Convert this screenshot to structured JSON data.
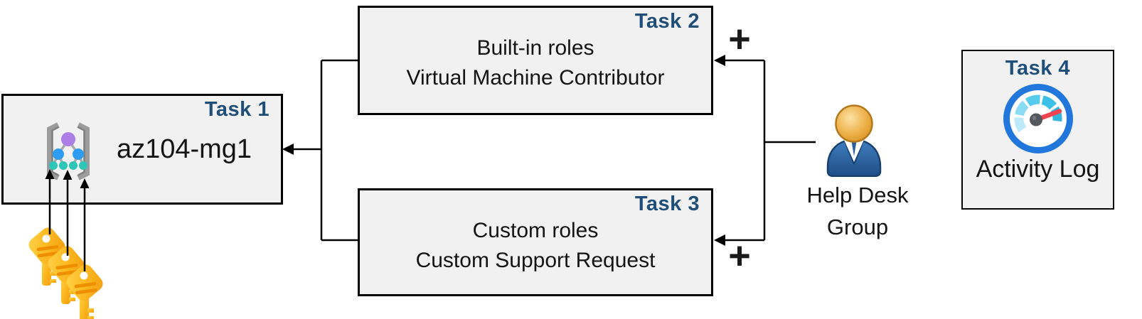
{
  "tasks": [
    {
      "label": "Task 1",
      "name": "az104-mg1",
      "icon": "management-group-icon"
    },
    {
      "label": "Task 2",
      "line1": "Built-in roles",
      "line2": "Virtual Machine Contributor"
    },
    {
      "label": "Task 3",
      "line1": "Custom roles",
      "line2": "Custom Support Request"
    },
    {
      "label": "Task 4",
      "caption": "Activity Log",
      "icon": "activity-log-gauge-icon"
    }
  ],
  "group": {
    "line1": "Help Desk",
    "line2": "Group",
    "icon": "user-icon"
  },
  "connector": {
    "plus_top": "+",
    "plus_bottom": "+",
    "keys_icon": "keys-icon"
  },
  "colors": {
    "task_label": "#1F4E79",
    "box_fill": "#F1F1F1",
    "box_border": "#000000",
    "connector": "#000000",
    "key_gold": "#F9B112",
    "person_body_blue": "#2F6AA8",
    "person_head_gold": "#E8A93E",
    "gauge_ring_blue": "#2277DD",
    "gauge_segment_teal": "#35B8DF",
    "gauge_needle_red": "#EF4450",
    "mg_purple": "#AB7FE6",
    "mg_blue": "#2E9CF0",
    "mg_teal": "#2EC6B7"
  }
}
